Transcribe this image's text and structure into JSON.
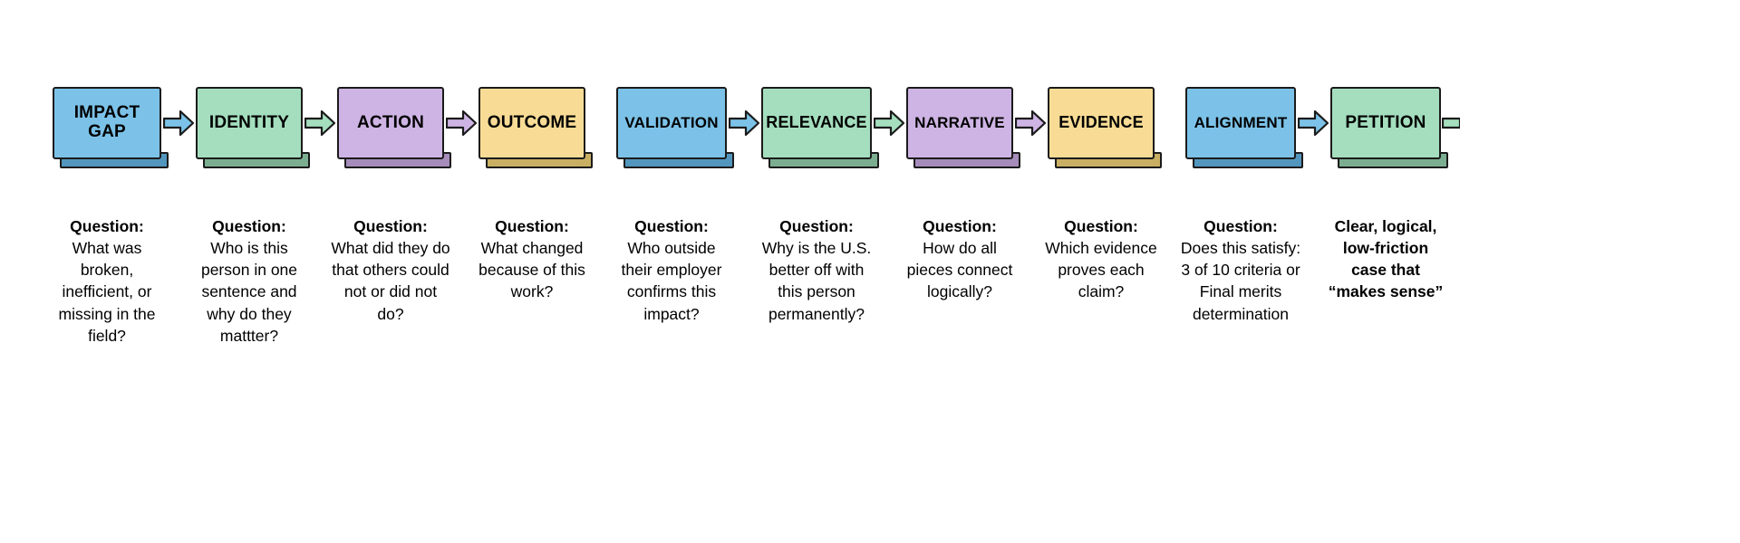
{
  "diagram": {
    "title": "Impact-case evaluation pipeline",
    "palette": {
      "blue": "#7CC2E8",
      "blue_shadow": "#5296BE",
      "green": "#A4DEBE",
      "green_shadow": "#7BAE90",
      "purple": "#CEB4E4",
      "purple_shadow": "#A58CBA",
      "yellow": "#F8DC95",
      "yellow_shadow": "#C9AF63",
      "outline": "#1b1b1b",
      "text": "#000000",
      "background": "#ffffff"
    },
    "groups": [
      {
        "name": "group-1",
        "nodes": [
          {
            "label": "IMPACT GAP",
            "color": "blue",
            "width": 120,
            "font_size": 19,
            "arrow_after": true,
            "arrow_color": "blue"
          },
          {
            "label": "IDENTITY",
            "color": "green",
            "width": 118,
            "font_size": 19,
            "arrow_after": true,
            "arrow_color": "green"
          },
          {
            "label": "ACTION",
            "color": "purple",
            "width": 118,
            "font_size": 19,
            "arrow_after": true,
            "arrow_color": "purple"
          },
          {
            "label": "OUTCOME",
            "color": "yellow",
            "width": 118,
            "font_size": 19,
            "arrow_after": false,
            "arrow_color": "yellow"
          }
        ]
      },
      {
        "name": "group-2",
        "nodes": [
          {
            "label": "VALIDATION",
            "color": "blue",
            "width": 122,
            "font_size": 17,
            "arrow_after": true,
            "arrow_color": "blue"
          },
          {
            "label": "RELEVANCE",
            "color": "green",
            "width": 122,
            "font_size": 18,
            "arrow_after": true,
            "arrow_color": "green"
          },
          {
            "label": "NARRATIVE",
            "color": "purple",
            "width": 118,
            "font_size": 17,
            "arrow_after": true,
            "arrow_color": "purple"
          },
          {
            "label": "EVIDENCE",
            "color": "yellow",
            "width": 118,
            "font_size": 18,
            "arrow_after": false,
            "arrow_color": "yellow"
          }
        ]
      },
      {
        "name": "group-3",
        "nodes": [
          {
            "label": "ALIGNMENT",
            "color": "blue",
            "width": 122,
            "font_size": 17,
            "arrow_after": true,
            "arrow_color": "blue"
          },
          {
            "label": "PETITION",
            "color": "green",
            "width": 122,
            "font_size": 19,
            "arrow_after": false,
            "arrow_color": "green",
            "arrow_stub_after": true
          }
        ]
      }
    ],
    "questions": [
      {
        "label": "Question",
        "colon": ":",
        "body": "What was broken, inefficient, or missing in the field?",
        "all_bold": false,
        "width": 120
      },
      {
        "label": "Question",
        "colon": ":",
        "body": "Who is this person in one sentence and why do they mattter?",
        "all_bold": false,
        "width": 118
      },
      {
        "label": "Question",
        "colon": ":",
        "body": "What did they do that others could not or did not do?",
        "all_bold": false,
        "width": 118
      },
      {
        "label": "Question",
        "colon": ":",
        "body": "What changed because of this work?",
        "all_bold": false,
        "width": 118
      },
      {
        "label": "Question",
        "colon": ":",
        "body": "Who outside their employer confirms this impact?",
        "all_bold": false,
        "width": 122
      },
      {
        "label": "Question",
        "colon": ":",
        "body": "Why is the U.S. better off with this person permanently?",
        "all_bold": false,
        "width": 122
      },
      {
        "label": "Question",
        "colon": ":",
        "body": "How do all pieces connect logically?",
        "all_bold": false,
        "width": 118
      },
      {
        "label": "Question",
        "colon": ":",
        "body": "Which evidence proves each claim?",
        "all_bold": false,
        "width": 118
      },
      {
        "label": "Question",
        "colon": ":",
        "body": "Does this satisfy: 3 of 10 criteria or Final merits determination",
        "all_bold": false,
        "width": 122
      },
      {
        "label": "",
        "colon": "",
        "body": "Clear, logical, low-friction case that “makes sense”",
        "all_bold": true,
        "width": 122
      }
    ]
  }
}
